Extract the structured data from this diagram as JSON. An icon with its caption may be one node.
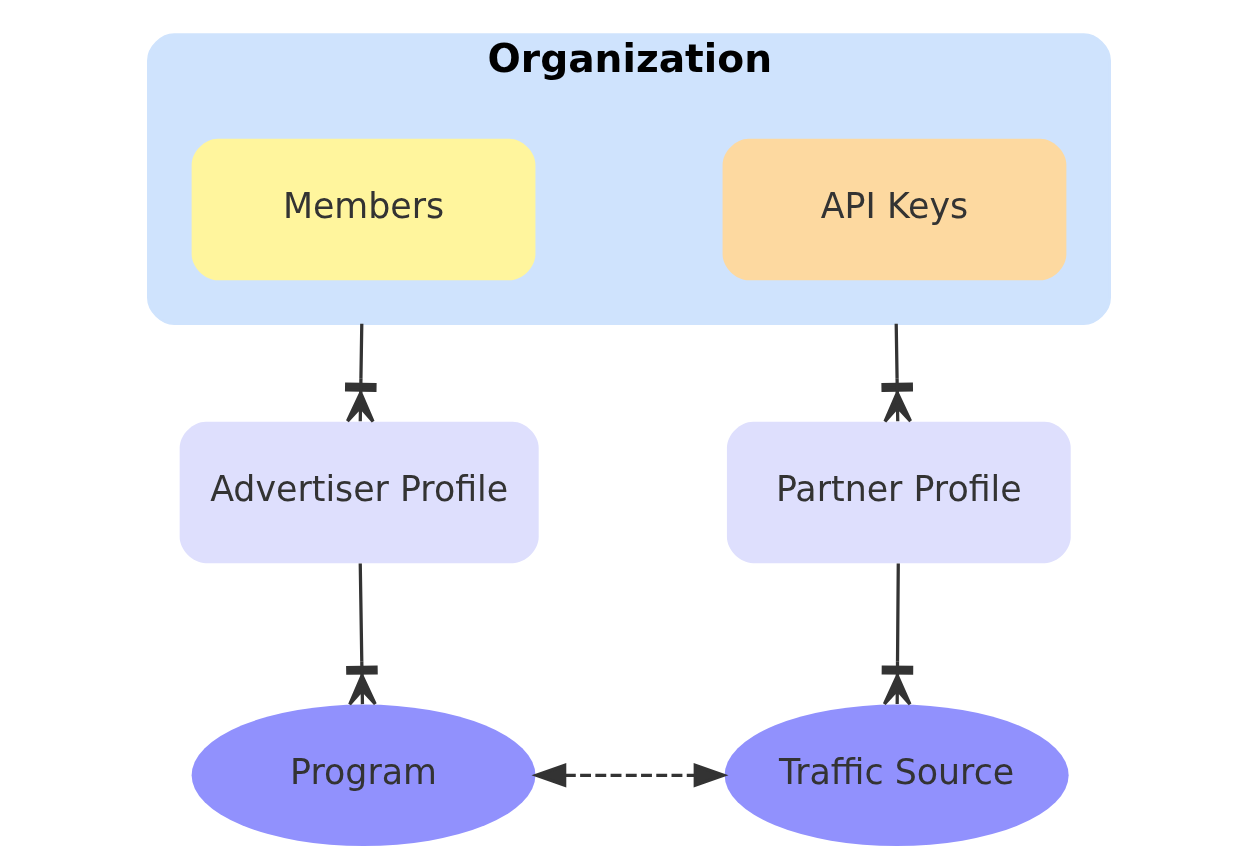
{
  "diagram": {
    "nodes": [
      {
        "text": [
          "Organization"
        ]
      },
      {
        "text": [
          "Members"
        ],
        "in": 0
      },
      {
        "text": [
          "API Keys"
        ],
        "in": 0
      },
      {
        "text": [
          "Advertiser Profile"
        ]
      },
      {
        "text": [
          "Partner Profile"
        ]
      },
      {
        "text": [
          "Program"
        ]
      },
      {
        "text": [
          "Traffic Source"
        ]
      }
    ],
    "edges": [
      {
        "from": 0,
        "to": 3,
        "arrow": "other"
      },
      {
        "from": 0,
        "to": 4,
        "arrow": "other"
      },
      {
        "from": 3,
        "to": 5,
        "arrow": "other"
      },
      {
        "from": 4,
        "to": 6,
        "arrow": "other"
      },
      {
        "from": 5,
        "to": 6,
        "arrow": "both",
        "style": "dashed"
      }
    ]
  }
}
